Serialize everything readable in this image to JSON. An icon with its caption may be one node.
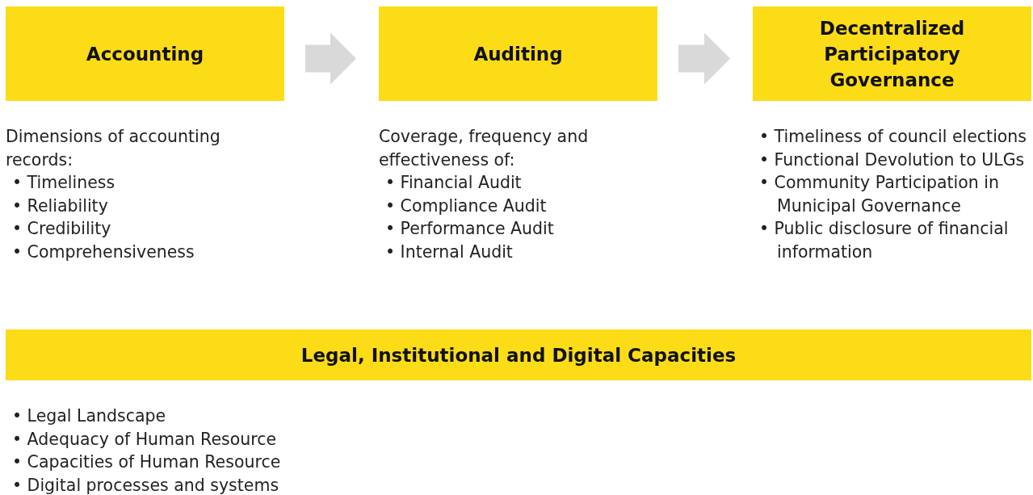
{
  "diagram": {
    "nodes": [
      {
        "text": [
          "Accounting"
        ],
        "beside": [
          "Dimensions of accounting records:",
          "• Timeliness",
          "• Reliability",
          "• Credibility",
          "• Comprehensiveness"
        ]
      },
      {
        "text": [
          "Auditing"
        ],
        "beside": [
          "Coverage, frequency and effectiveness of:",
          "• Financial Audit",
          "• Compliance Audit",
          "• Performance Audit",
          "• Internal Audit"
        ]
      },
      {
        "text": [
          "Decentralized Participatory Governance"
        ],
        "beside": [
          "• Timeliness of council elections",
          "• Functional Devolution to ULGs",
          "• Community Participation in Municipal Governance",
          "• Public disclosure of financial information"
        ]
      },
      {
        "text": [
          "Legal, Institutional and Digital Capacities"
        ],
        "beside": [
          "• Legal Landscape",
          "• Adequacy of Human Resource",
          "• Capacities of Human Resource",
          "• Digital processes and systems"
        ]
      }
    ],
    "edges": [
      {
        "from": 0,
        "to": 1,
        "arrow": "to"
      },
      {
        "from": 1,
        "to": 2,
        "arrow": "to"
      }
    ]
  }
}
